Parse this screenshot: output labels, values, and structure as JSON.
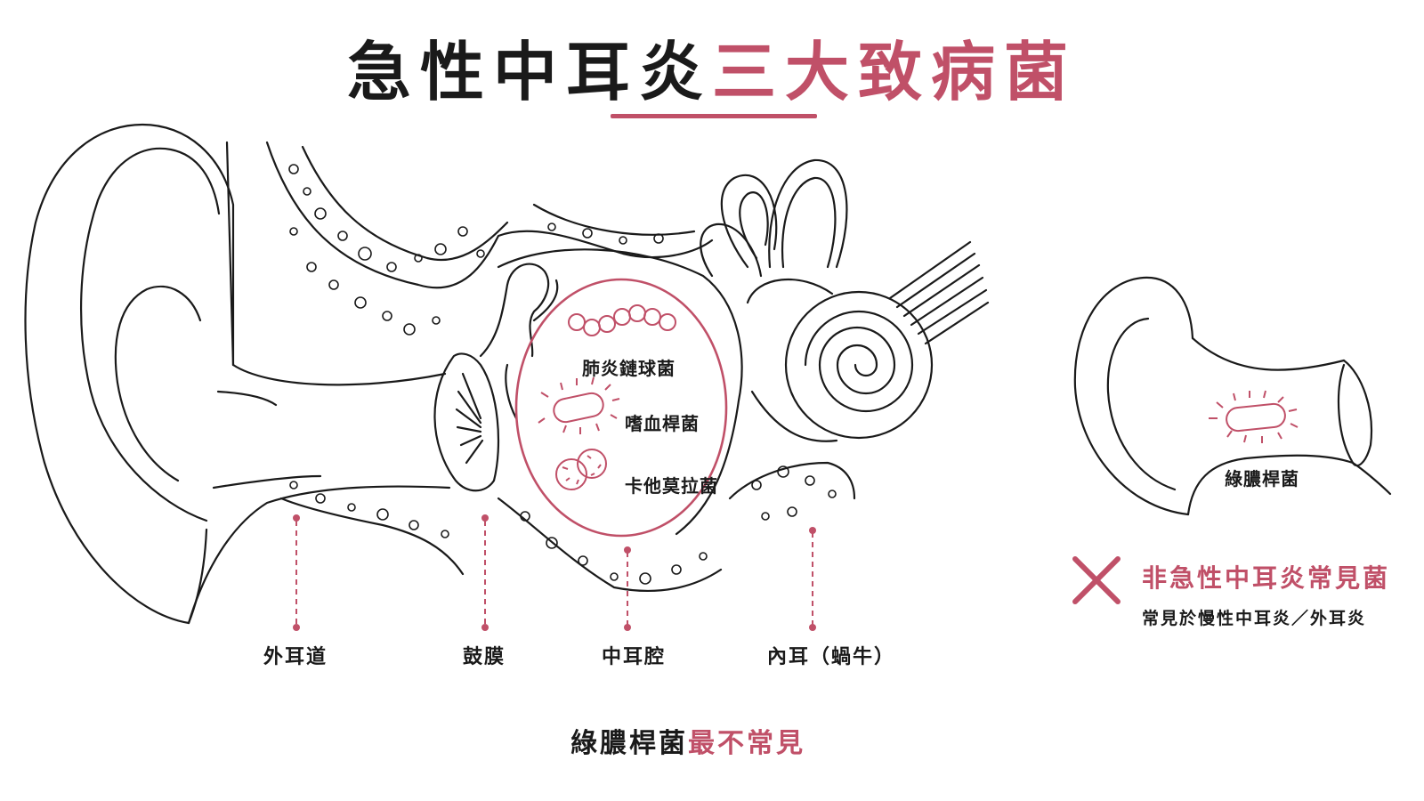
{
  "title": {
    "main": "急性中耳炎",
    "accent": "三大致病菌"
  },
  "bacteria": [
    {
      "name": "肺炎鏈球菌"
    },
    {
      "name": "嗜血桿菌"
    },
    {
      "name": "卡他莫拉菌"
    }
  ],
  "regions": {
    "outer_canal": "外耳道",
    "eardrum": "鼓膜",
    "middle_ear": "中耳腔",
    "inner_ear": "內耳（蝸牛）"
  },
  "side_panel": {
    "bacteria_name": "綠膿桿菌",
    "title": "非急性中耳炎常見菌",
    "note": "常見於慢性中耳炎／外耳炎"
  },
  "footnote": {
    "main": "綠膿桿菌",
    "accent": "最不常見"
  },
  "colors": {
    "accent": "#c05068",
    "ink": "#1a1a1a",
    "background": "#ffffff"
  }
}
